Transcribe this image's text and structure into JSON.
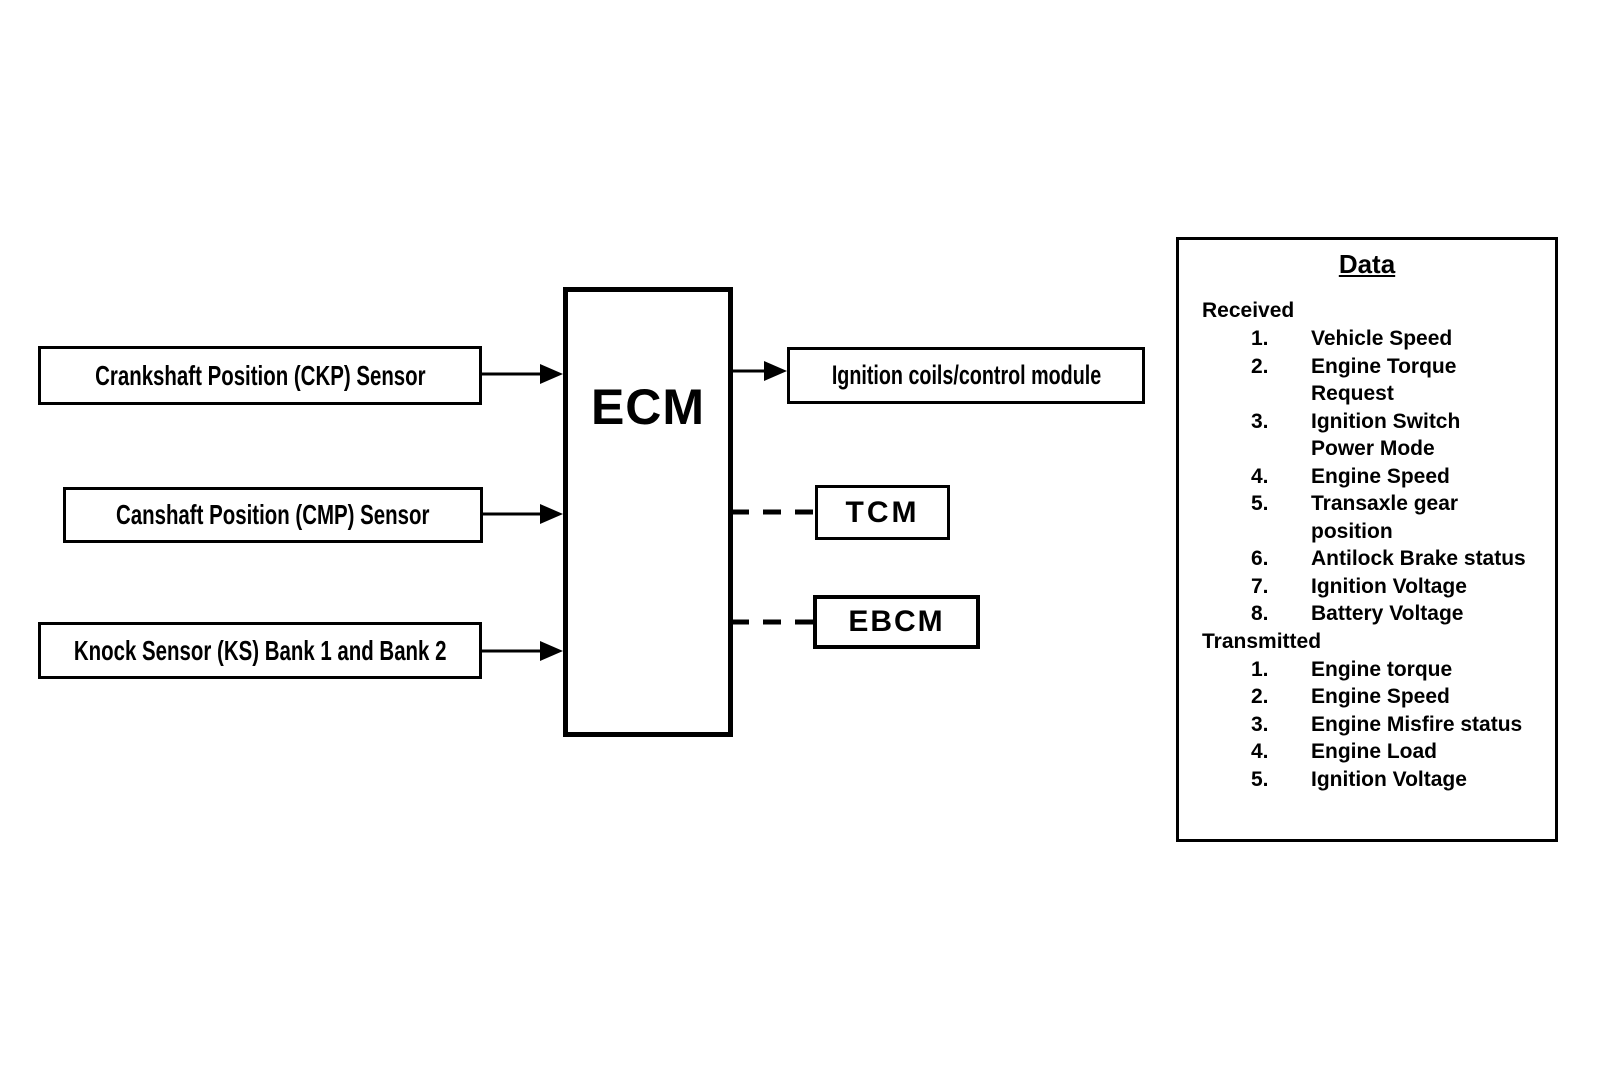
{
  "diagram": {
    "background_color": "#ffffff",
    "line_color": "#000000"
  },
  "nodes": {
    "ckp": {
      "label": "Crankshaft Position (CKP) Sensor"
    },
    "cmp": {
      "label": "Canshaft Position (CMP) Sensor"
    },
    "ks": {
      "label": "Knock Sensor (KS) Bank 1 and Bank 2"
    },
    "ecm": {
      "label": "ECM"
    },
    "ignition": {
      "label": "Ignition coils/control module"
    },
    "tcm": {
      "label": "TCM"
    },
    "ebcm": {
      "label": "EBCM"
    }
  },
  "data_panel": {
    "title": "Data",
    "received_label": "Received",
    "received": [
      {
        "num": "1.",
        "line1": "Vehicle Speed",
        "line2": ""
      },
      {
        "num": "2.",
        "line1": "Engine Torque",
        "line2": "Request"
      },
      {
        "num": "3.",
        "line1": "Ignition Switch",
        "line2": "Power Mode"
      },
      {
        "num": "4.",
        "line1": "Engine Speed",
        "line2": ""
      },
      {
        "num": "5.",
        "line1": "Transaxle gear",
        "line2": "position"
      },
      {
        "num": "6.",
        "line1": "Antilock Brake status",
        "line2": ""
      },
      {
        "num": "7.",
        "line1": "Ignition Voltage",
        "line2": ""
      },
      {
        "num": "8.",
        "line1": "Battery Voltage",
        "line2": ""
      }
    ],
    "transmitted_label": "Transmitted",
    "transmitted": [
      {
        "num": "1.",
        "line1": "Engine torque",
        "line2": ""
      },
      {
        "num": "2.",
        "line1": "Engine Speed",
        "line2": ""
      },
      {
        "num": "3.",
        "line1": "Engine Misfire status",
        "line2": ""
      },
      {
        "num": "4.",
        "line1": "Engine Load",
        "line2": ""
      },
      {
        "num": "5.",
        "line1": "Ignition Voltage",
        "line2": ""
      }
    ]
  }
}
